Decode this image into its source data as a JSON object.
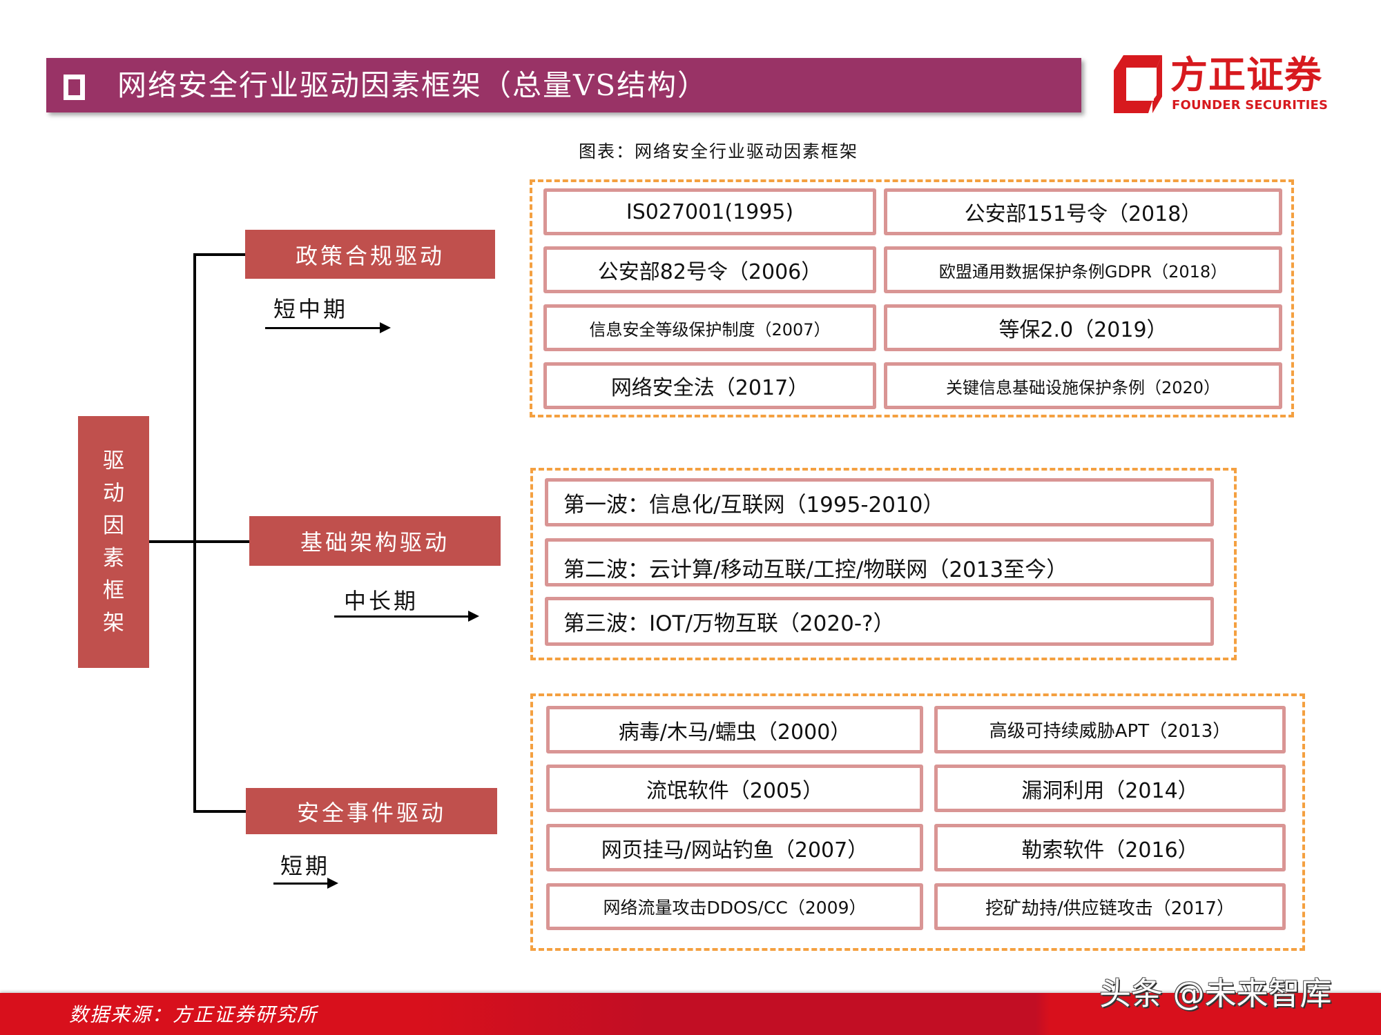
{
  "header": {
    "title": "网络安全行业驱动因素框架（总量VS结构）",
    "square_icon": "hollow-square-bullet",
    "color": "#993366"
  },
  "logo": {
    "name_cn": "方正证券",
    "name_en": "FOUNDER SECURITIES",
    "color": "#D7191E"
  },
  "caption": "图表：网络安全行业驱动因素框架",
  "diagram": {
    "root": {
      "label": "驱动因素框架",
      "chars": [
        "驱",
        "动",
        "因",
        "素",
        "框",
        "架"
      ],
      "color": "#C0504D"
    },
    "branches": [
      {
        "label": "政策合规驱动",
        "term": "短中期",
        "items": [
          "IS027001(1995)",
          "公安部151号令（2018）",
          "公安部82号令（2006）",
          "欧盟通用数据保护条例GDPR（2018）",
          "信息安全等级保护制度（2007）",
          "等保2.0（2019）",
          "网络安全法（2017）",
          "关键信息基础设施保护条例（2020）"
        ]
      },
      {
        "label": "基础架构驱动",
        "term": "中长期",
        "items": [
          "第一波：信息化/互联网（1995-2010）",
          "第二波：云计算/移动互联/工控/物联网（2013至今）",
          "第三波：IOT/万物互联（2020-?）"
        ]
      },
      {
        "label": "安全事件驱动",
        "term": "短期",
        "items": [
          "病毒/木马/蠕虫（2000）",
          "高级可持续威胁APT（2013）",
          "流氓软件（2005）",
          "漏洞利用（2014）",
          "网页挂马/网站钓鱼（2007）",
          "勒索软件（2016）",
          "网络流量攻击DDOS/CC（2009）",
          "挖矿劫持/供应链攻击（2017）"
        ]
      }
    ],
    "colors": {
      "group_border": "#F4A040",
      "item_border": "#D99594",
      "branch_fill": "#C0504D"
    }
  },
  "footer": {
    "source": "数据来源：方正证券研究所",
    "watermark": "头条 @未来智库",
    "color": "#D8101C"
  }
}
